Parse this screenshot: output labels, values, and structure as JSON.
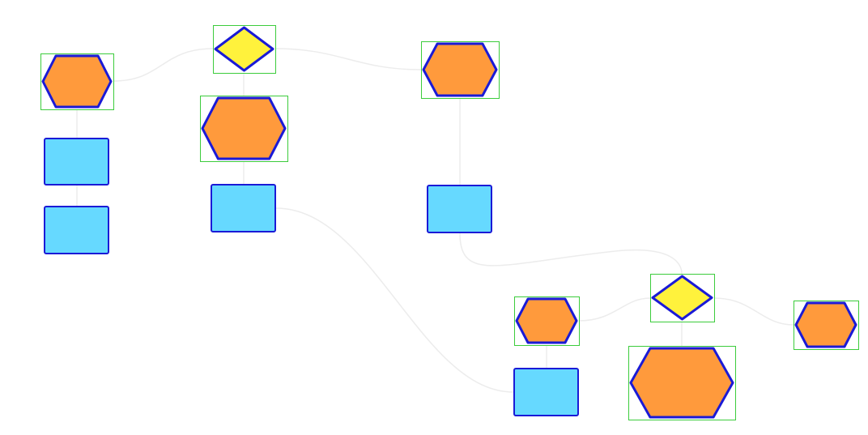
{
  "colors": {
    "background": "#ffffff",
    "hexagon_fill": "#ff9a3c",
    "diamond_fill": "#fff23c",
    "rect_fill": "#66d9ff",
    "shape_stroke": "#1a1ad6",
    "selection_box": "#3ccc3c",
    "edge": "#ececec"
  },
  "nodes": [
    {
      "id": "hex-1",
      "shape": "hexagon",
      "selected": true
    },
    {
      "id": "diamond-1",
      "shape": "diamond",
      "selected": true
    },
    {
      "id": "hex-2",
      "shape": "hexagon",
      "selected": true
    },
    {
      "id": "hex-3",
      "shape": "hexagon",
      "selected": true
    },
    {
      "id": "rect-1",
      "shape": "rectangle",
      "selected": false
    },
    {
      "id": "rect-2",
      "shape": "rectangle",
      "selected": false
    },
    {
      "id": "rect-3",
      "shape": "rectangle",
      "selected": false
    },
    {
      "id": "rect-4",
      "shape": "rectangle",
      "selected": false
    },
    {
      "id": "hex-4",
      "shape": "hexagon",
      "selected": true
    },
    {
      "id": "diamond-2",
      "shape": "diamond",
      "selected": true
    },
    {
      "id": "hex-5",
      "shape": "hexagon",
      "selected": true
    },
    {
      "id": "rect-5",
      "shape": "rectangle",
      "selected": false
    },
    {
      "id": "hex-6",
      "shape": "hexagon",
      "selected": true
    }
  ],
  "edges": [
    {
      "from": "hex-1",
      "to": "diamond-1"
    },
    {
      "from": "diamond-1",
      "to": "hex-2"
    },
    {
      "from": "hex-1",
      "to": "rect-1"
    },
    {
      "from": "rect-1",
      "to": "rect-2"
    },
    {
      "from": "diamond-1",
      "to": "hex-3"
    },
    {
      "from": "hex-3",
      "to": "rect-3"
    },
    {
      "from": "hex-2",
      "to": "rect-4"
    },
    {
      "from": "rect-4",
      "to": "diamond-2"
    },
    {
      "from": "rect-3",
      "to": "rect-5"
    },
    {
      "from": "hex-4",
      "to": "diamond-2"
    },
    {
      "from": "diamond-2",
      "to": "hex-5"
    },
    {
      "from": "hex-4",
      "to": "rect-5"
    },
    {
      "from": "diamond-2",
      "to": "hex-6"
    }
  ]
}
